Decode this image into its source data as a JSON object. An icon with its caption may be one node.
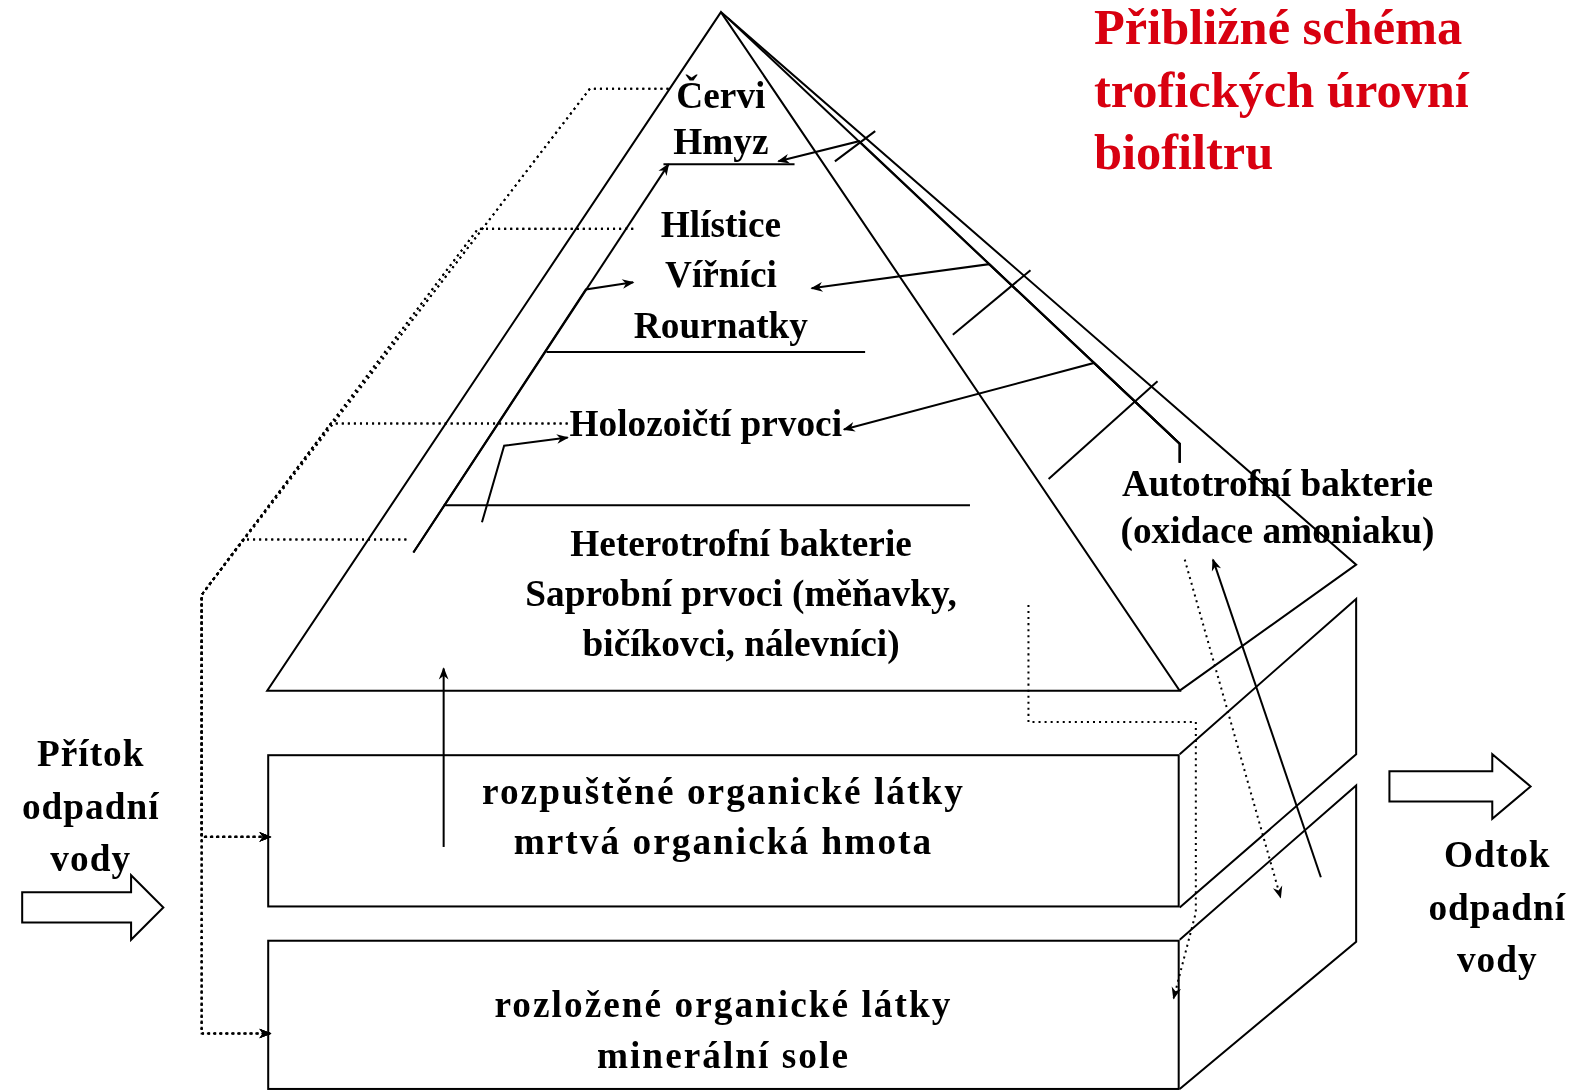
{
  "diagram": {
    "title": "Přibližné schéma trofických úrovní biofiltru",
    "nodes": [
      {
        "text": [
          "Červi",
          "Hmyz"
        ]
      },
      {
        "text": [
          "Hlístice",
          "Vířníci",
          "Rournatky"
        ]
      },
      {
        "text": [
          "Holozoičtí prvoci"
        ]
      },
      {
        "text": [
          "Heterotrofní bakterie",
          "Saprobní prvoci (měňavky, bičíkovci, nálevníci)"
        ]
      },
      {
        "text": [
          "Autotrofní bakterie (oxidace amoniaku)"
        ]
      },
      {
        "text": [
          "rozpuštěné organické látky",
          "mrtvá organická hmota"
        ]
      },
      {
        "text": [
          "rozložené organické látky",
          "minerální sole"
        ]
      }
    ],
    "edges": [
      {
        "from": 0,
        "to": 5,
        "arrow": "to",
        "style": "dashed"
      },
      {
        "from": 0,
        "to": 6,
        "arrow": "to",
        "style": "dashed"
      },
      {
        "from": 1,
        "to": 5,
        "arrow": "to",
        "style": "dashed"
      },
      {
        "from": 1,
        "to": 6,
        "arrow": "to",
        "style": "dashed"
      },
      {
        "from": 2,
        "to": 5,
        "arrow": "to",
        "style": "dashed"
      },
      {
        "from": 2,
        "to": 6,
        "arrow": "to",
        "style": "dashed"
      },
      {
        "from": 3,
        "to": 5,
        "arrow": "to",
        "style": "dashed"
      },
      {
        "from": 3,
        "to": 6,
        "arrow": "to",
        "style": "dashed"
      },
      {
        "from": 3,
        "to": 0,
        "arrow": "to"
      },
      {
        "from": 3,
        "to": 1,
        "arrow": "to"
      },
      {
        "from": 3,
        "to": 2,
        "arrow": "to"
      },
      {
        "from": 5,
        "to": 3,
        "arrow": "to"
      },
      {
        "from": 3,
        "to": 6,
        "arrow": "to",
        "style": "dashed"
      },
      {
        "from": 4,
        "to": 0,
        "arrow": "to"
      },
      {
        "from": 4,
        "to": 1,
        "arrow": "to"
      },
      {
        "from": 4,
        "to": 2,
        "arrow": "to"
      },
      {
        "from": 4,
        "to": 5,
        "arrow": "to",
        "style": "dashed"
      },
      {
        "from": 5,
        "to": 4,
        "arrow": "to"
      }
    ],
    "labels": [
      "Přítok odpadní vody",
      "Odtok odpadní vody"
    ]
  }
}
